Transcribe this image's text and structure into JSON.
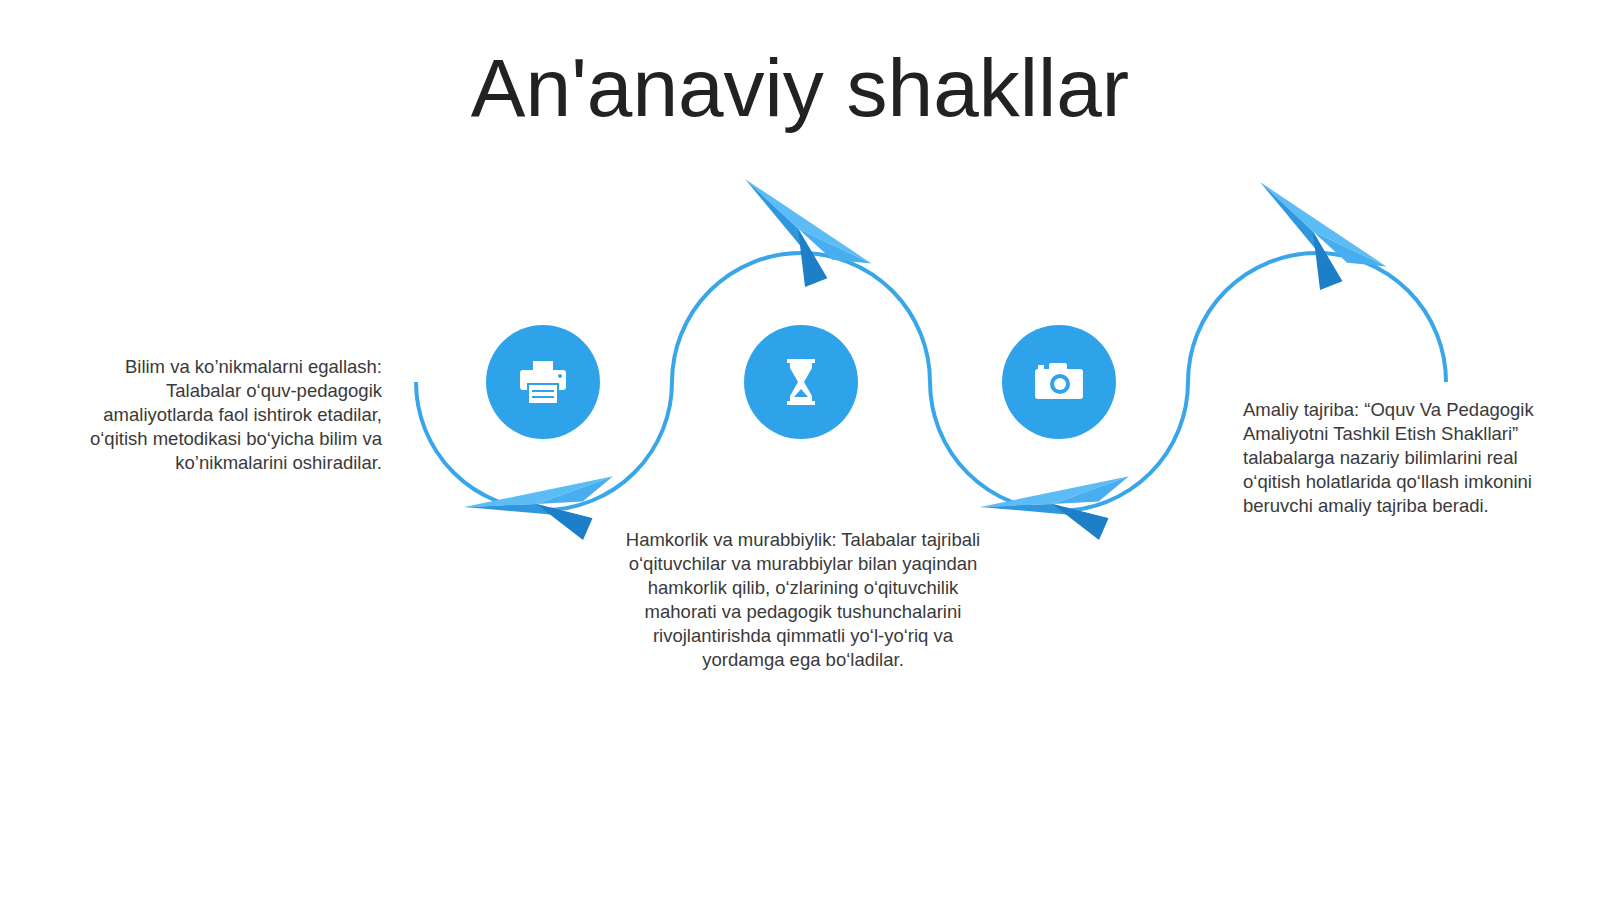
{
  "diagram": {
    "title": "An'anaviy shakllar",
    "labels": [
      "Bilim va ko’nikmalarni egallash: Talabalar o‘quv-pedagogik amaliyotlarda faol ishtirok etadilar, o‘qitish metodikasi bo‘yicha bilim va ko’nikmalarini oshiradilar.",
      "Hamkorlik va murabbiylik: Talabalar tajribali o‘qituvchilar va murabbiylar bilan yaqindan hamkorlik qilib, o‘zlarining o‘qituvchilik mahorati va pedagogik tushunchalarini rivojlantirishda qimmatli yo‘l-yo‘riq va yordamga ega bo‘ladilar.",
      "Amaliy tajriba: “Oquv Va Pedagogik Amaliyotni Tashkil Etish Shakllari” talabalarga nazariy bilimlarini real o‘qitish holatlarida qo‘llash imkonini beruvchi amaliy tajriba beradi."
    ]
  }
}
